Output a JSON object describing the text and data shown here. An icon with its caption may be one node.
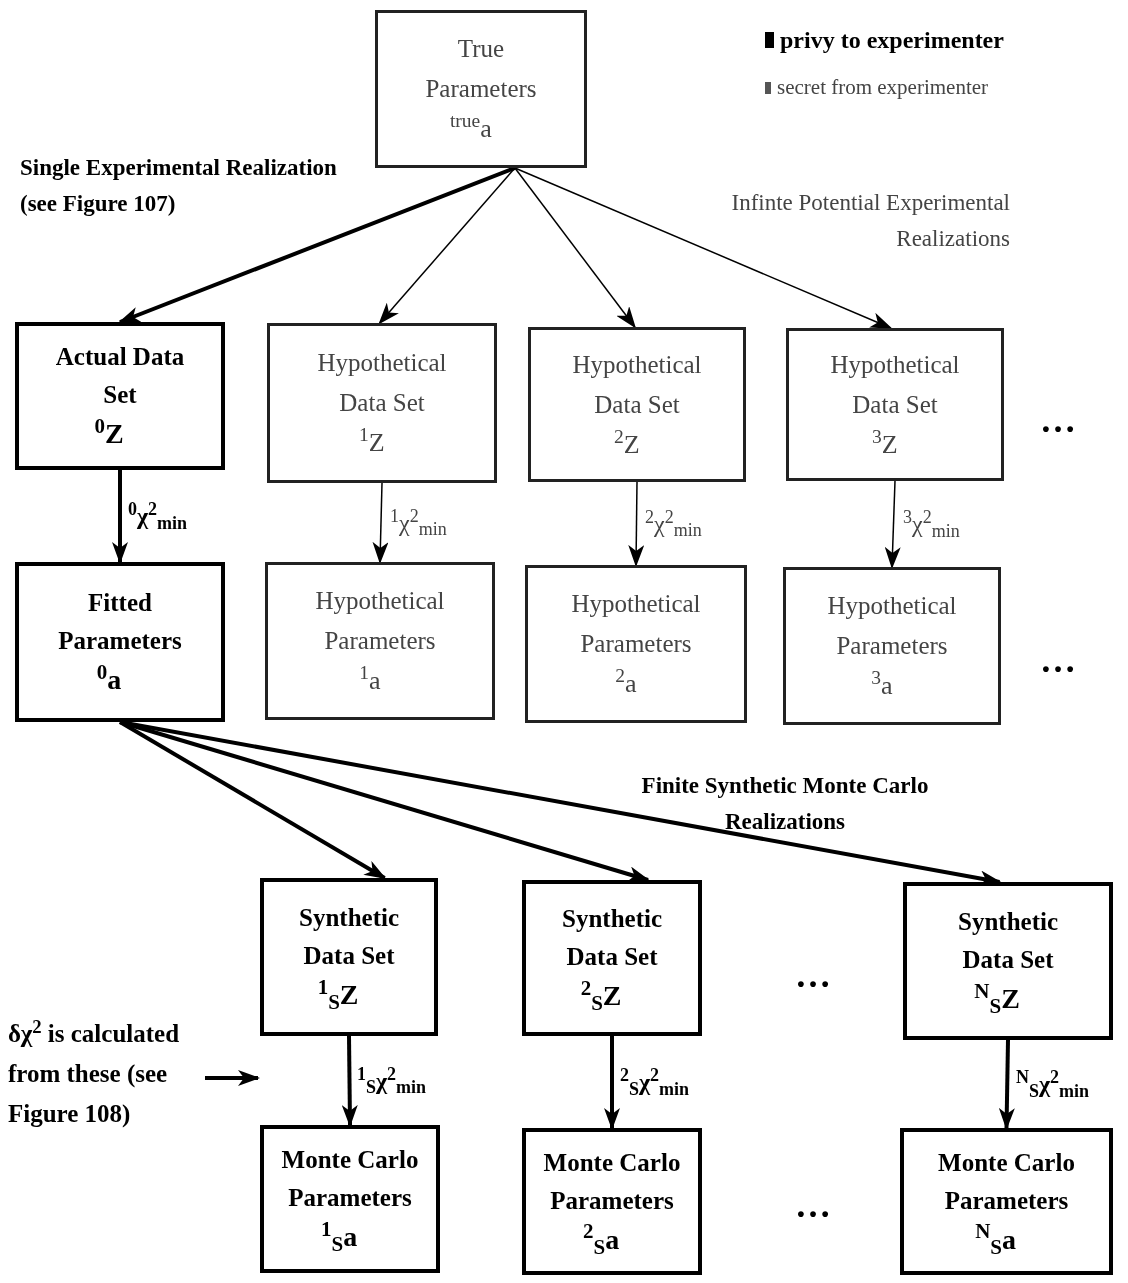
{
  "diagram": {
    "nodes": [
      {
        "text": [
          "True Parameters",
          "$^{true}$a⃗"
        ]
      },
      {
        "text": [
          "Actual Data Set",
          "$^{0}$Z⃗"
        ]
      },
      {
        "text": [
          "Hypothetical Data Set",
          "$^{1}$Z⃗"
        ]
      },
      {
        "text": [
          "Hypothetical Data Set",
          "$^{2}$Z⃗"
        ]
      },
      {
        "text": [
          "Hypothetical Data Set",
          "$^{3}$Z⃗"
        ]
      },
      {
        "text": [
          "Fitted Parameters",
          "$^{0}$a⃗"
        ]
      },
      {
        "text": [
          "Hypothetical Parameters",
          "$^{1}$a⃗"
        ]
      },
      {
        "text": [
          "Hypothetical Parameters",
          "$^{2}$a⃗"
        ]
      },
      {
        "text": [
          "Hypothetical Parameters",
          "$^{3}$a⃗"
        ]
      },
      {
        "text": [
          "Synthetic Data Set",
          "$^{1}$$_{S}$Z⃗"
        ]
      },
      {
        "text": [
          "Synthetic Data Set",
          "$^{2}$$_{S}$Z⃗"
        ]
      },
      {
        "text": [
          "Synthetic Data Set",
          "$^{N}$$_{S}$Z⃗"
        ]
      },
      {
        "text": [
          "Monte Carlo Parameters",
          "$^{1}$$_{S}$a⃗"
        ]
      },
      {
        "text": [
          "Monte Carlo Parameters",
          "$^{2}$$_{S}$a⃗"
        ]
      },
      {
        "text": [
          "Monte Carlo Parameters",
          "$^{N}$$_{S}$a⃗"
        ]
      },
      {
        "text": [
          "δχ$^{2}$ is calculated from these (see Figure 108)"
        ]
      }
    ],
    "edges": [
      {
        "from": 0,
        "to": 1,
        "arrow": "to",
        "label": "Single Experimental Realization (see Figure 107)"
      },
      {
        "from": 0,
        "to": 2,
        "arrow": "to"
      },
      {
        "from": 0,
        "to": 3,
        "arrow": "to"
      },
      {
        "from": 0,
        "to": 4,
        "arrow": "to",
        "label": "Infinte Potential Experimental Realizations"
      },
      {
        "from": 1,
        "to": 5,
        "arrow": "to",
        "label": "$^{0}$χ$^{2}$$_{min}$"
      },
      {
        "from": 2,
        "to": 6,
        "arrow": "to",
        "label": "$^{1}$χ$^{2}$$_{min}$"
      },
      {
        "from": 3,
        "to": 7,
        "arrow": "to",
        "label": "$^{2}$χ$^{2}$$_{min}$"
      },
      {
        "from": 4,
        "to": 8,
        "arrow": "to",
        "label": "$^{3}$χ$^{2}$$_{min}$"
      },
      {
        "from": 5,
        "to": 9,
        "arrow": "to"
      },
      {
        "from": 5,
        "to": 10,
        "arrow": "to"
      },
      {
        "from": 5,
        "to": 11,
        "arrow": "to",
        "label": "Finite Synthetic Monte Carlo Realizations"
      },
      {
        "from": 9,
        "to": 12,
        "arrow": "to",
        "label": "$^{1}$$_{S}$χ$^{2}$$_{min}$"
      },
      {
        "from": 10,
        "to": 13,
        "arrow": "to",
        "label": "$^{2}$$_{S}$χ$^{2}$$_{min}$"
      },
      {
        "from": 11,
        "to": 14,
        "arrow": "to",
        "label": "$^{N}$$_{S}$χ$^{2}$$_{min}$"
      },
      {
        "from": 15,
        "to": null,
        "arrow": "to"
      }
    ],
    "labels": [
      "…",
      "…",
      "…",
      "…"
    ],
    "legend": [
      {
        "text": "privy to experimenter",
        "color": "#000000"
      },
      {
        "text": "secret from experimenter",
        "color": "#555555"
      }
    ]
  }
}
